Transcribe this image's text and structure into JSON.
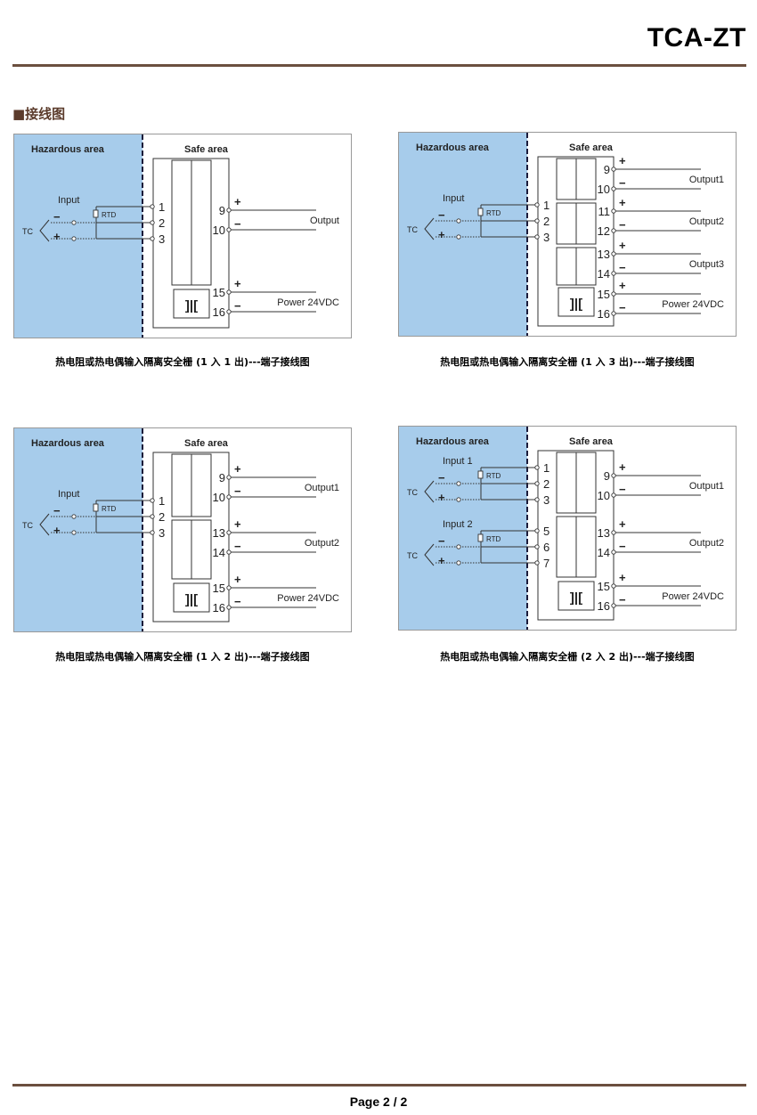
{
  "header": {
    "model": "TCA-ZT"
  },
  "section": {
    "title": "■接线图"
  },
  "diagrams": [
    {
      "hazard_label": "Hazardous area",
      "safe_label": "Safe area",
      "inputs": [
        {
          "label": "Input",
          "rtd": "RTD",
          "tc": "TC",
          "terminals": [
            "1",
            "2",
            "3"
          ]
        }
      ],
      "outputs": [
        {
          "label": "Output",
          "terminals": [
            "9",
            "10"
          ]
        }
      ],
      "power": {
        "label": "Power 24VDC",
        "terminals": [
          "15",
          "16"
        ]
      },
      "caption": "热电阻或热电偶输入隔离安全栅 (1 入 1 出)---端子接线图"
    },
    {
      "hazard_label": "Hazardous area",
      "safe_label": "Safe area",
      "inputs": [
        {
          "label": "Input",
          "rtd": "RTD",
          "tc": "TC",
          "terminals": [
            "1",
            "2",
            "3"
          ]
        }
      ],
      "outputs": [
        {
          "label": "Output1",
          "terminals": [
            "9",
            "10"
          ]
        },
        {
          "label": "Output2",
          "terminals": [
            "11",
            "12"
          ]
        },
        {
          "label": "Output3",
          "terminals": [
            "13",
            "14"
          ]
        }
      ],
      "power": {
        "label": "Power 24VDC",
        "terminals": [
          "15",
          "16"
        ]
      },
      "caption": "热电阻或热电偶输入隔离安全栅 (1 入 3 出)---端子接线图"
    },
    {
      "hazard_label": "Hazardous area",
      "safe_label": "Safe area",
      "inputs": [
        {
          "label": "Input",
          "rtd": "RTD",
          "tc": "TC",
          "terminals": [
            "1",
            "2",
            "3"
          ]
        }
      ],
      "outputs": [
        {
          "label": "Output1",
          "terminals": [
            "9",
            "10"
          ]
        },
        {
          "label": "Output2",
          "terminals": [
            "13",
            "14"
          ]
        }
      ],
      "power": {
        "label": "Power 24VDC",
        "terminals": [
          "15",
          "16"
        ]
      },
      "caption": "热电阻或热电偶输入隔离安全栅 (1 入 2 出)---端子接线图"
    },
    {
      "hazard_label": "Hazardous area",
      "safe_label": "Safe area",
      "inputs": [
        {
          "label": "Input 1",
          "rtd": "RTD",
          "tc": "TC",
          "terminals": [
            "1",
            "2",
            "3"
          ]
        },
        {
          "label": "Input 2",
          "rtd": "RTD",
          "tc": "TC",
          "terminals": [
            "5",
            "6",
            "7"
          ]
        }
      ],
      "outputs": [
        {
          "label": "Output1",
          "terminals": [
            "9",
            "10"
          ]
        },
        {
          "label": "Output2",
          "terminals": [
            "13",
            "14"
          ]
        }
      ],
      "power": {
        "label": "Power 24VDC",
        "terminals": [
          "15",
          "16"
        ]
      },
      "caption": "热电阻或热电偶输入隔离安全栅 (2 入 2 出)---端子接线图"
    }
  ],
  "footer": {
    "prefix": "Page ",
    "current": "2",
    "separator": " / ",
    "total": "2"
  },
  "colors": {
    "hazard_fill": "#a7cceb",
    "rule": "#6b4f3f"
  }
}
